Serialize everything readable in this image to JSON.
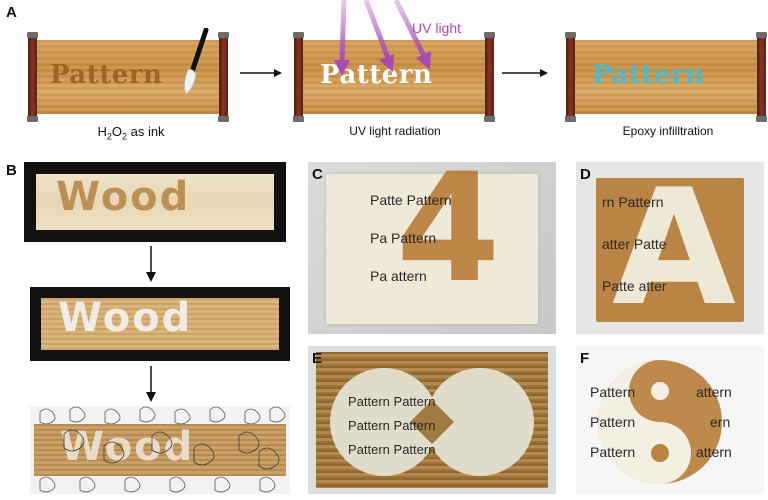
{
  "panels": {
    "a": "A",
    "b": "B",
    "c": "C",
    "d": "D",
    "e": "E",
    "f": "F"
  },
  "panel_a": {
    "scroll_word": "Pattern",
    "uv_label": "UV light",
    "caption_1_main": "H",
    "caption_1_sub1": "2",
    "caption_1_mid": "O",
    "caption_1_sub2": "2",
    "caption_1_tail": " as ink",
    "caption_2": "UV light radiation",
    "caption_3": "Epoxy infilltration"
  },
  "panel_b": {
    "word": "Wood"
  },
  "panel_c": {
    "glyph": "4",
    "lines": [
      "Patte  Pattern",
      "Pa     Pattern",
      "Pa      attern"
    ]
  },
  "panel_d": {
    "glyph": "A",
    "lines": [
      "rn Pattern",
      "atter   Patte",
      "Patte   atter"
    ]
  },
  "panel_e": {
    "lines": [
      "Pattern      Pattern",
      "Pattern      Pattern",
      "Pattern      Pattern"
    ]
  },
  "panel_f": {
    "lines_left": [
      "Pattern",
      "Pattern",
      "Pattern"
    ],
    "lines_right": [
      "attern",
      "ern",
      "attern"
    ]
  },
  "colors": {
    "uv_purple": "#a849b4",
    "stain_brown": "#b4772e",
    "cyan_text": "#4fb8c8",
    "black_frame": "#111111"
  }
}
